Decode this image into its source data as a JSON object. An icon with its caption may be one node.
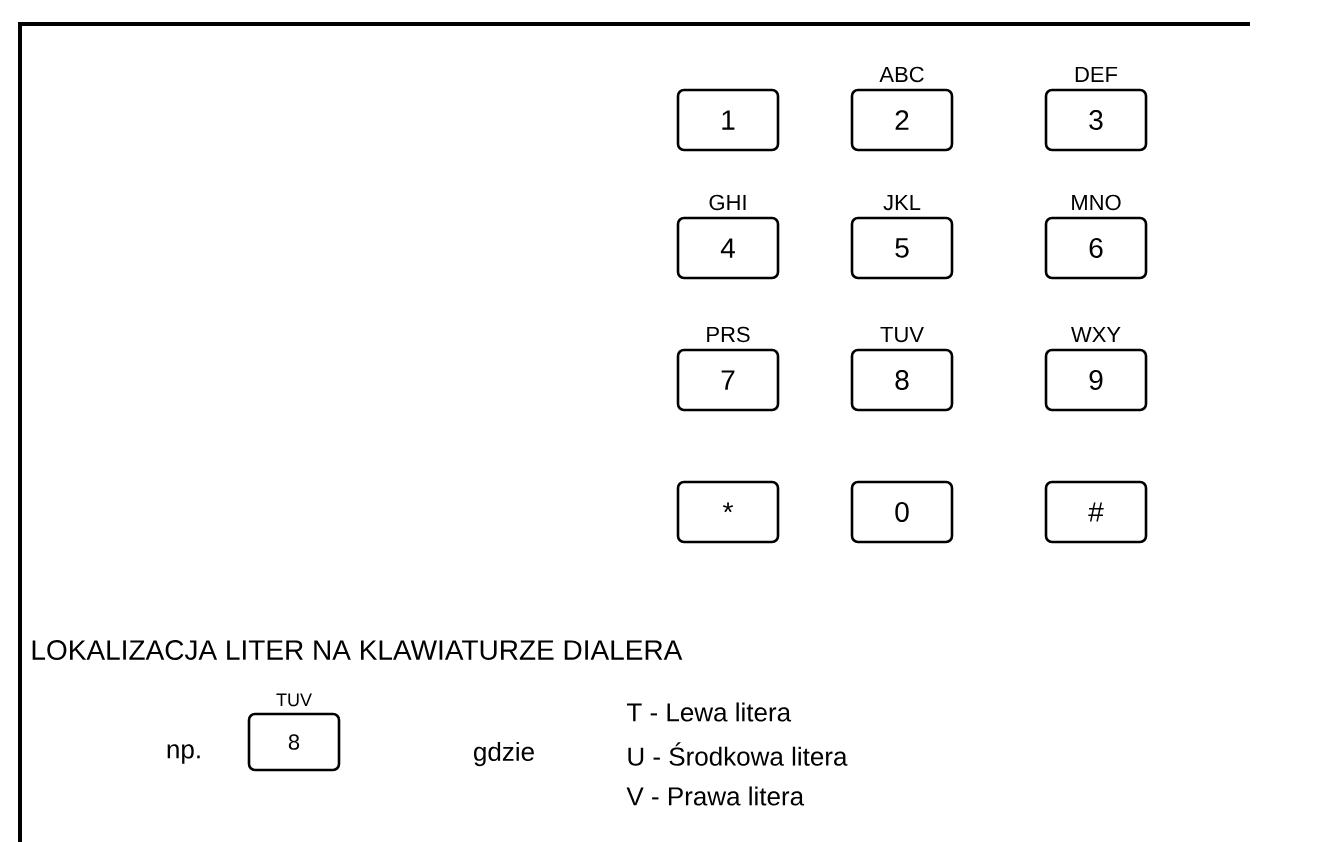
{
  "diagram": {
    "nodes": [
      {
        "text": [
          "1"
        ]
      },
      {
        "text": [
          "ABC",
          "2"
        ]
      },
      {
        "text": [
          "DEF",
          "3"
        ]
      },
      {
        "text": [
          "GHI",
          "4"
        ]
      },
      {
        "text": [
          "JKL",
          "5"
        ]
      },
      {
        "text": [
          "MNO",
          "6"
        ]
      },
      {
        "text": [
          "PRS",
          "7"
        ]
      },
      {
        "text": [
          "TUV",
          "8"
        ]
      },
      {
        "text": [
          "WXY",
          "9"
        ]
      },
      {
        "text": [
          "*"
        ]
      },
      {
        "text": [
          "0"
        ]
      },
      {
        "text": [
          "#"
        ]
      },
      {
        "text": [
          "TUV",
          "8"
        ]
      }
    ],
    "labels": [
      "LOKALIZACJA LITER NA KLAWIATURZE DIALERA",
      "np.",
      "gdzie",
      "T -  Lewa litera",
      "U - Środkowa litera",
      "V  - Prawa litera"
    ]
  }
}
